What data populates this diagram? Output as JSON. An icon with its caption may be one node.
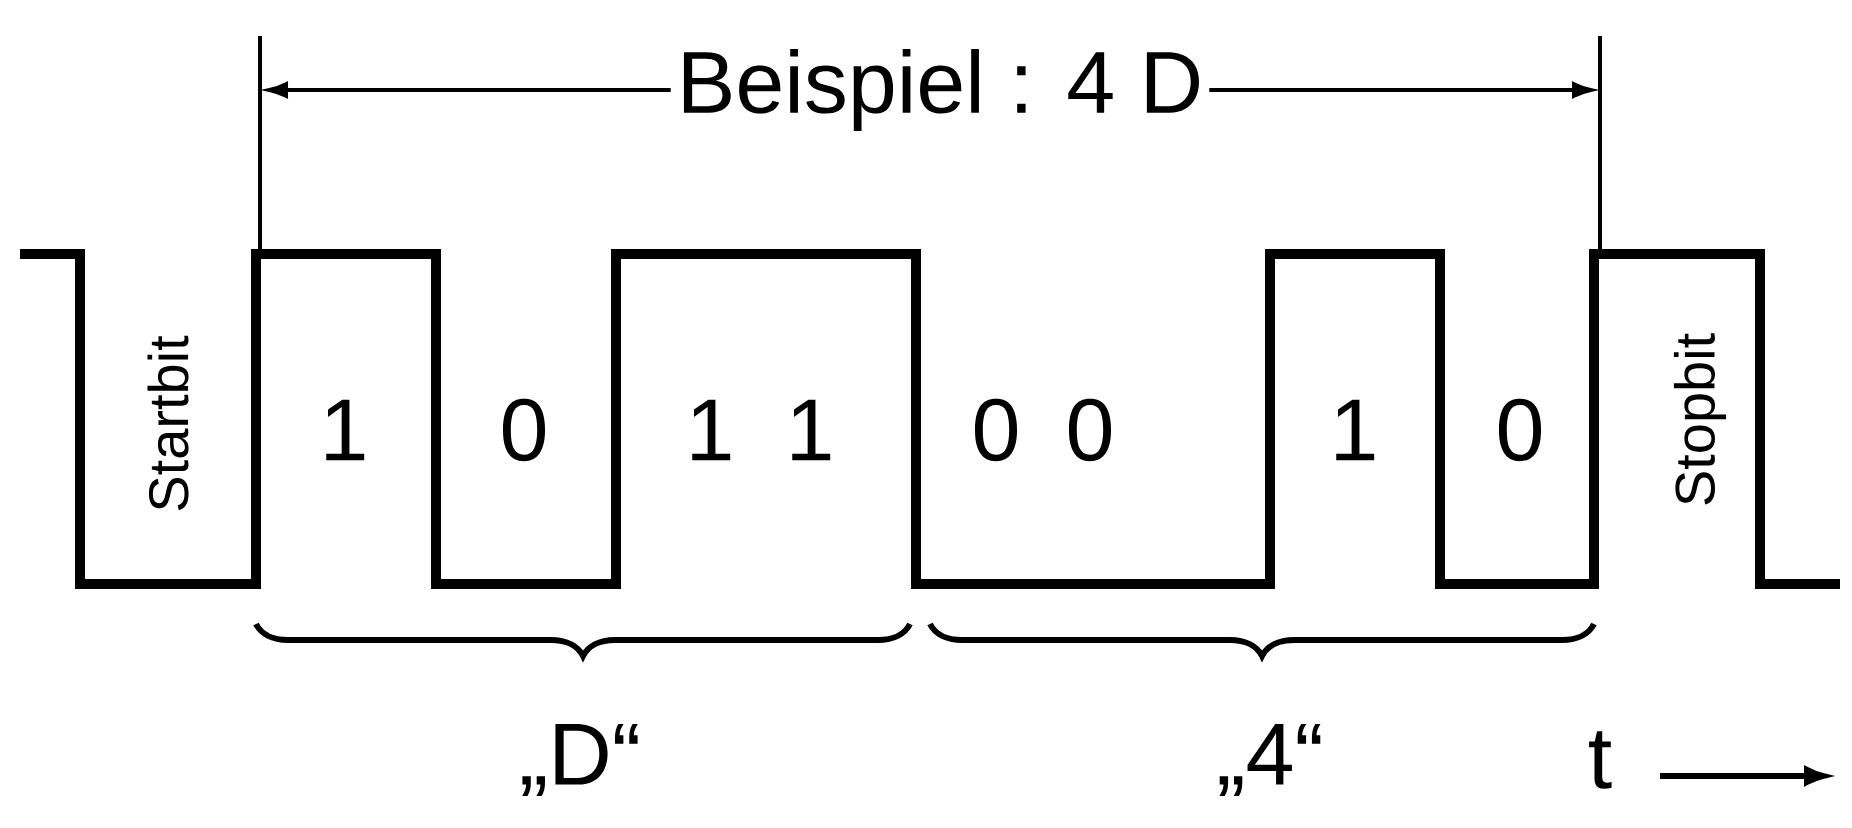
{
  "diagram": {
    "labels": [
      "Beispiel : 4 D",
      "Startbit",
      "1",
      "0",
      "1",
      "1",
      "0",
      "0",
      "1",
      "0",
      "Stopbit",
      "„D“",
      "„4“",
      "t"
    ]
  }
}
